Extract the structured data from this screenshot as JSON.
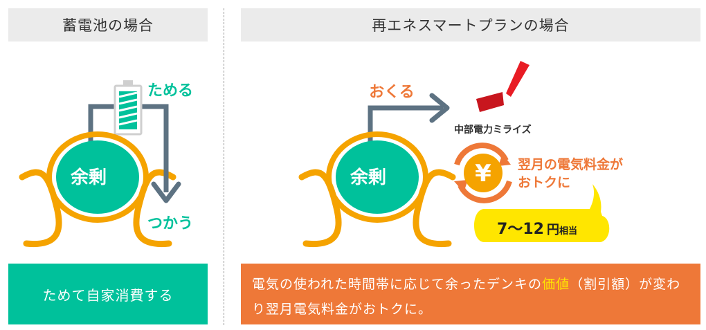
{
  "left": {
    "title": "蓄電池の場合",
    "surplus": "余剰",
    "store_label": "ためる",
    "use_label": "つかう",
    "footer": "ためて自家消費する"
  },
  "right": {
    "title": "再エネスマートプランの場合",
    "surplus": "余剰",
    "send_label": "おくる",
    "company": "中部電力ミライズ",
    "yen_symbol": "¥",
    "benefit_line1": "翌月の電気料金が",
    "benefit_line2": "おトクに",
    "amount": "7〜12",
    "yen_unit": "円",
    "amount_suffix": "相当",
    "footer_part1": "電気の使われた時間帯に応じて余ったデンキの",
    "footer_highlight": "価値",
    "footer_part2": "（割引額）が変わり翌月電気料金がおトクに。"
  },
  "colors": {
    "teal": "#00c19b",
    "orange": "#ee7838",
    "gold": "#f5a300",
    "slate": "#5d7282",
    "red": "#c8161e",
    "yellow": "#ffe600"
  }
}
